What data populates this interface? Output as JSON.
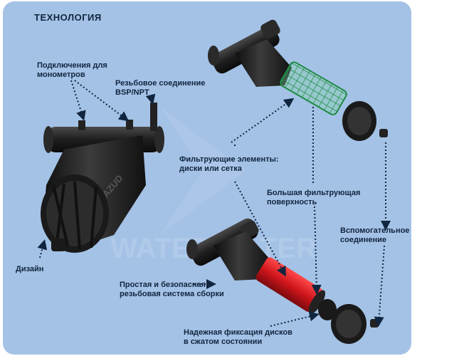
{
  "title": "ТЕХНОЛОГИЯ",
  "watermark": "WATER FILTER",
  "labels": {
    "gauge_connections": "Подключения для\nмонометров",
    "thread_connection": "Резьбовое соединение\nBSP/NPT",
    "filter_elements": "Фильтрующие элементы:\nдиски или сетка",
    "large_surface": "Большая фильтрующая\nповерхность",
    "auxiliary_connection": "Вспомогательное\nсоединение",
    "design": "Дизайн",
    "assembly_system": "Простая и безопасная\nрезьбовая система сборки",
    "disc_fixation": "Надежная фиксация дисков\nв сжатом состоянии"
  },
  "brand_mark": "AZUD",
  "colors": {
    "panel": "#a4c2e6",
    "body": "#1c1c1c",
    "screen": "#3bb26a",
    "disc_stack": "#d0161c",
    "label_text": "#10253f"
  }
}
